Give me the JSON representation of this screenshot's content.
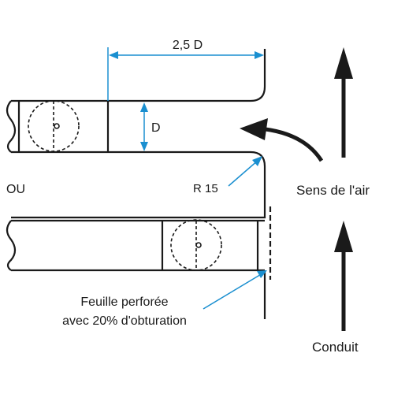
{
  "labels": {
    "dim_width": "2,5 D",
    "dim_height": "D",
    "ou": "OU",
    "radius": "R 15",
    "airflow": "Sens de l'air",
    "plate_line1": "Feuille perforée",
    "plate_line2": "avec 20% d'obturation",
    "duct": "Conduit"
  },
  "colors": {
    "line": "#1a1a1a",
    "dimension": "#1a8fd0"
  }
}
